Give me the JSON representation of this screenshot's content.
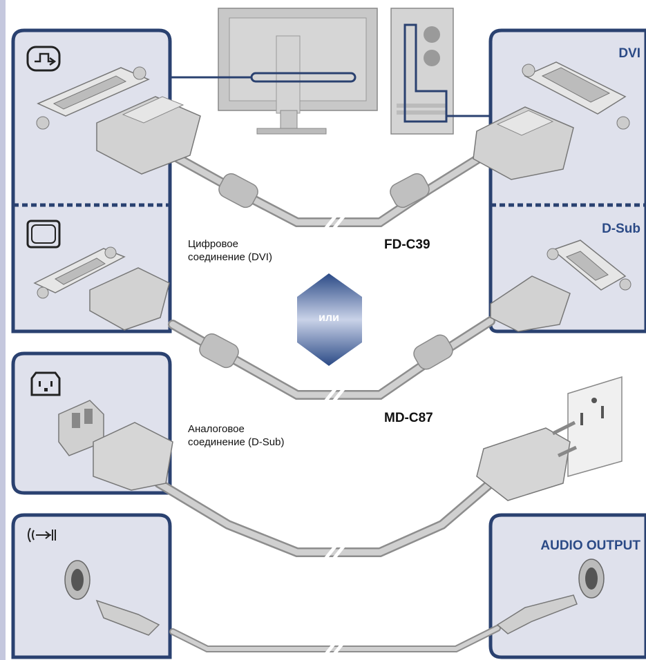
{
  "colors": {
    "panel_fill": "#dfe1ec",
    "panel_border": "#2a4170",
    "accent_blue": "#2b4a86",
    "cable": "#b6b6b6",
    "connector": "#c8c8c8"
  },
  "left_panels": {
    "video_icon": "display-port-input-icon",
    "dsub_icon": "monitor-icon",
    "power_icon": "power-inlet-icon",
    "audio_icon": "audio-in-icon"
  },
  "right_panels": {
    "dvi_label": "DVI",
    "dsub_label": "D-Sub",
    "audio_label": "AUDIO OUTPUT"
  },
  "cables": {
    "digital_caption_line1": "Цифровое",
    "digital_caption_line2": "соединение (DVI)",
    "digital_model": "FD-C39",
    "or_label": "или",
    "analog_caption_line1": "Аналоговое",
    "analog_caption_line2": "соединение (D-Sub)",
    "analog_model": "MD-C87"
  }
}
